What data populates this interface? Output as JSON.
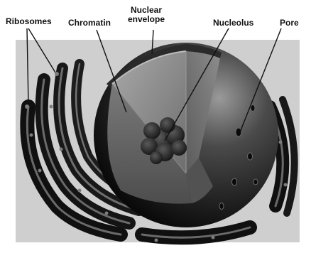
{
  "labels": {
    "ribosomes": "Ribosomes",
    "chromatin": "Chromatin",
    "nuclear_envelope_line1": "Nuclear",
    "nuclear_envelope_line2": "envelope",
    "nucleolus": "Nucleolus",
    "pore": "Pore"
  }
}
